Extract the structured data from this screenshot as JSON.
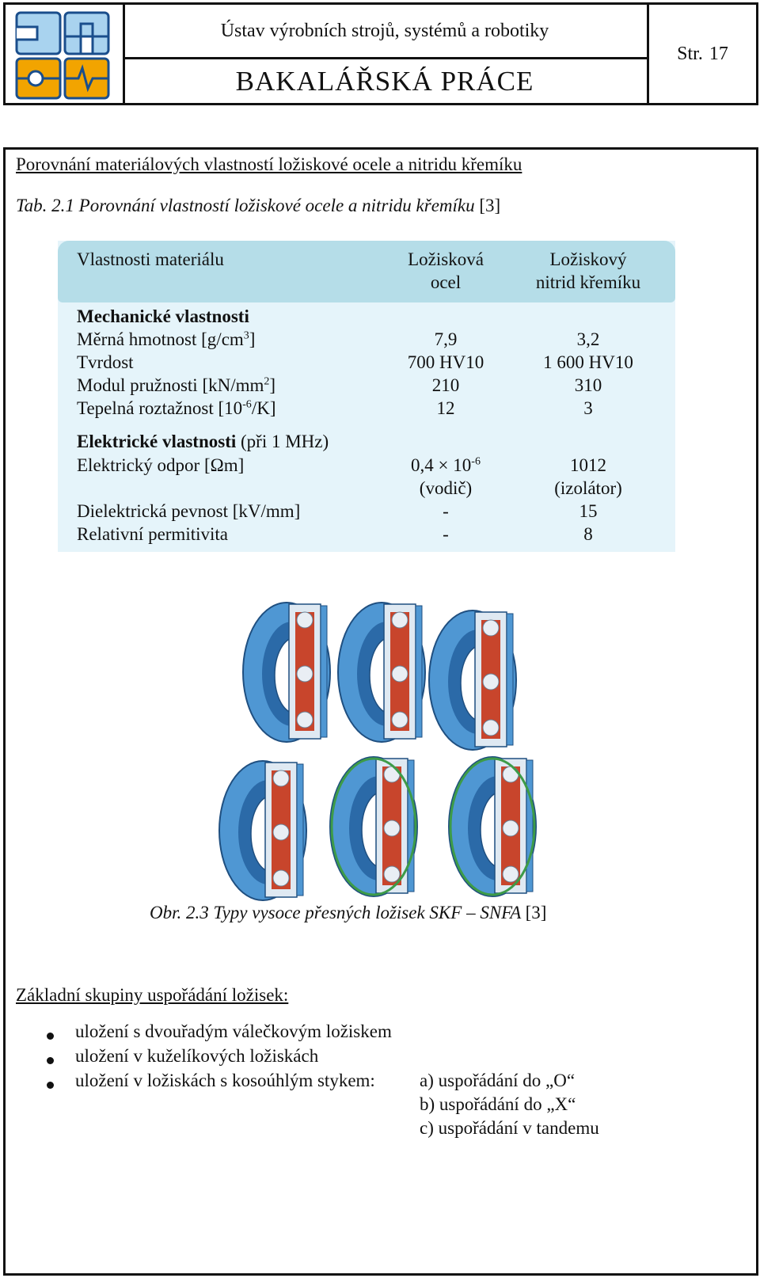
{
  "header": {
    "institute": "Ústav výrobních strojů, systémů a robotiky",
    "document_type": "BAKALÁŘSKÁ  PRÁCE",
    "page_label": "Str.",
    "page_number": "17",
    "logo_colors": {
      "frame": "#1a4e8c",
      "fill_blue": "#a9d3ef",
      "fill_orange": "#f2a400"
    }
  },
  "section": {
    "heading": "Porovnání materiálových vlastností ložiskové ocele a nitridu křemíku"
  },
  "table": {
    "caption_prefix": "Tab. 2.1 Porovnání vlastností ložiskové ocele a nitridu křemíku",
    "caption_ref": "[3]",
    "header": {
      "col1": "Vlastnosti materiálu",
      "col2_line1": "Ložisková",
      "col2_line2": "ocel",
      "col3_line1": "Ložiskový",
      "col3_line2": "nitrid křemíku"
    },
    "mechanical_title": "Mechanické vlastnosti",
    "mechanical_rows": [
      {
        "name": "Měrná hmotnost [g/cm",
        "sup": "3",
        "tail": "]",
        "steel": "7,9",
        "nitride": "3,2"
      },
      {
        "name": "Tvrdost",
        "sup": "",
        "tail": "",
        "steel": "700 HV10",
        "nitride": "1 600 HV10"
      },
      {
        "name": "Modul pružnosti [kN/mm",
        "sup": "2",
        "tail": "]",
        "steel": "210",
        "nitride": "310"
      },
      {
        "name": "Tepelná roztažnost [10",
        "sup": "-6",
        "tail": "/K]",
        "steel": "12",
        "nitride": "3"
      }
    ],
    "electrical_title_bold": "Elektrické vlastnosti",
    "electrical_title_rest": " (při 1 MHz)",
    "electrical_rows": {
      "resistance": {
        "name": "Elektrický odpor [Ωm]",
        "steel": "0,4 × 10",
        "steel_sup": "-6",
        "steel_note": "(vodič)",
        "nitride": "1012",
        "nitride_note": "(izolátor)"
      },
      "dielectric": {
        "name": "Dielektrická pevnost [kV/mm]",
        "steel": "-",
        "nitride": "15"
      },
      "permittivity": {
        "name": "Relativní permitivita",
        "steel": "-",
        "nitride": "8"
      }
    },
    "colors": {
      "header_bg": "#b5dde8",
      "body_bg": "#e5f4fa"
    }
  },
  "figure": {
    "caption_prefix": "Obr. 2.3 Typy vysoce přesných ložisek SKF – SNFA",
    "caption_ref": "[3]",
    "colors": {
      "ring": "#4f97d3",
      "ring_dark": "#2b6aa8",
      "cage": "#c8452c",
      "ball": "#e9eef4",
      "seal": "#3d9b48"
    }
  },
  "list": {
    "heading": "Základní skupiny uspořádání ložisek:",
    "items": [
      "uložení s dvouřadým válečkovým ložiskem",
      "uložení v kuželíkových ložiskách",
      "uložení v ložiskách s kosoúhlým stykem:"
    ],
    "sub_items": [
      "a) uspořádání do „O“",
      "b) uspořádání do „X“",
      "c) uspořádání v tandemu"
    ]
  }
}
